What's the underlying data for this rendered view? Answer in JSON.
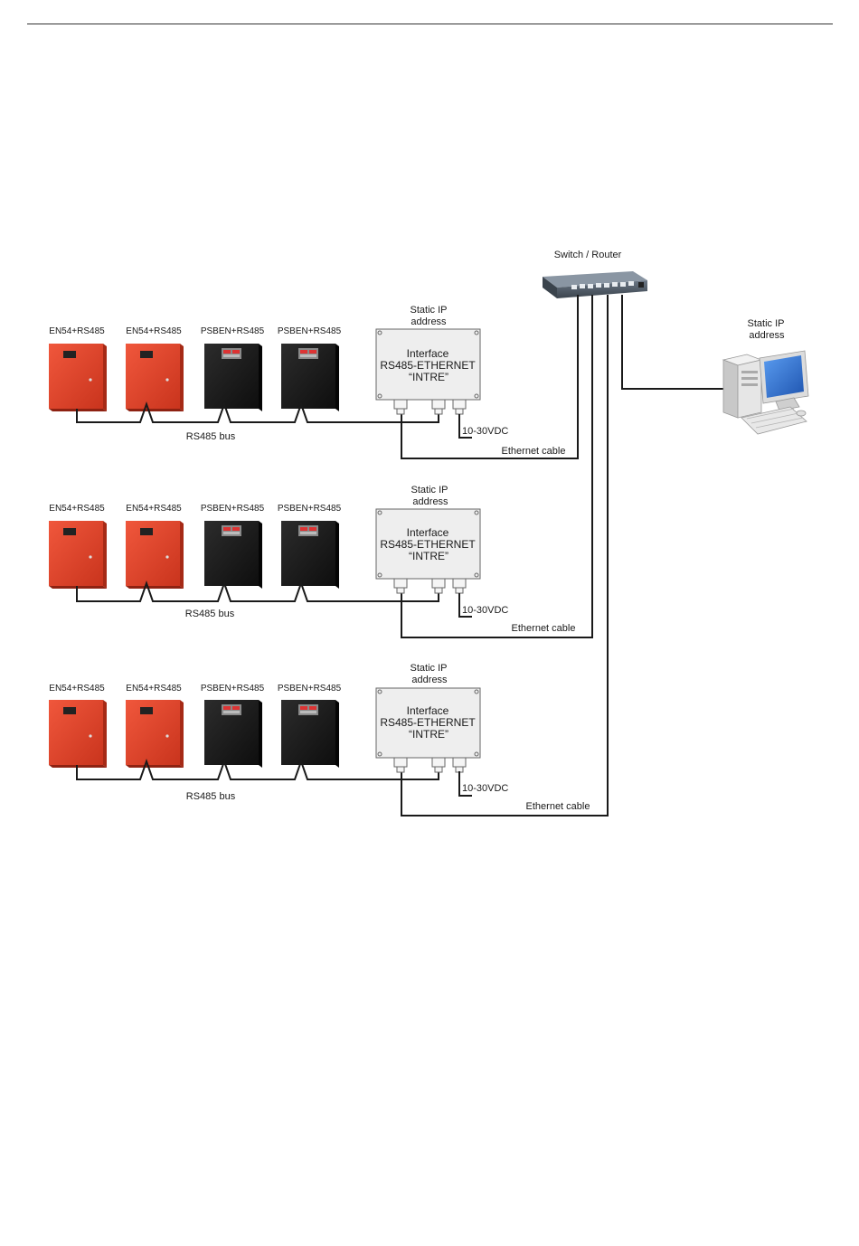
{
  "colors": {
    "en54_cabinet": "#e0442a",
    "psben_cabinet": "#1c1c1c",
    "interface_box": "#eeeeee",
    "wire": "#1a1a1a",
    "switch_body": "#4a5560",
    "monitor_screen": "#2f6fd0"
  },
  "switch": {
    "label": "Switch / Router"
  },
  "pc": {
    "label_line1": "Static IP",
    "label_line2": "address",
    "icon": "desktop-computer-icon"
  },
  "groups": [
    {
      "devices": [
        "EN54+RS485",
        "EN54+RS485",
        "PSBEN+RS485",
        "PSBEN+RS485"
      ],
      "bus_label": "RS485 bus",
      "static_ip_line1": "Static IP",
      "static_ip_line2": "address",
      "interface_line1": "Interface",
      "interface_line2": "RS485-ETHERNET",
      "interface_line3": "“INTRE”",
      "power_label": "10-30VDC",
      "ethernet_label": "Ethernet cable"
    },
    {
      "devices": [
        "EN54+RS485",
        "EN54+RS485",
        "PSBEN+RS485",
        "PSBEN+RS485"
      ],
      "bus_label": "RS485 bus",
      "static_ip_line1": "Static IP",
      "static_ip_line2": "address",
      "interface_line1": "Interface",
      "interface_line2": "RS485-ETHERNET",
      "interface_line3": "“INTRE”",
      "power_label": "10-30VDC",
      "ethernet_label": "Ethernet cable"
    },
    {
      "devices": [
        "EN54+RS485",
        "EN54+RS485",
        "PSBEN+RS485",
        "PSBEN+RS485"
      ],
      "bus_label": "RS485 bus",
      "static_ip_line1": "Static IP",
      "static_ip_line2": "address",
      "interface_line1": "Interface",
      "interface_line2": "RS485-ETHERNET",
      "interface_line3": "“INTRE”",
      "power_label": "10-30VDC",
      "ethernet_label": "Ethernet cable"
    }
  ]
}
